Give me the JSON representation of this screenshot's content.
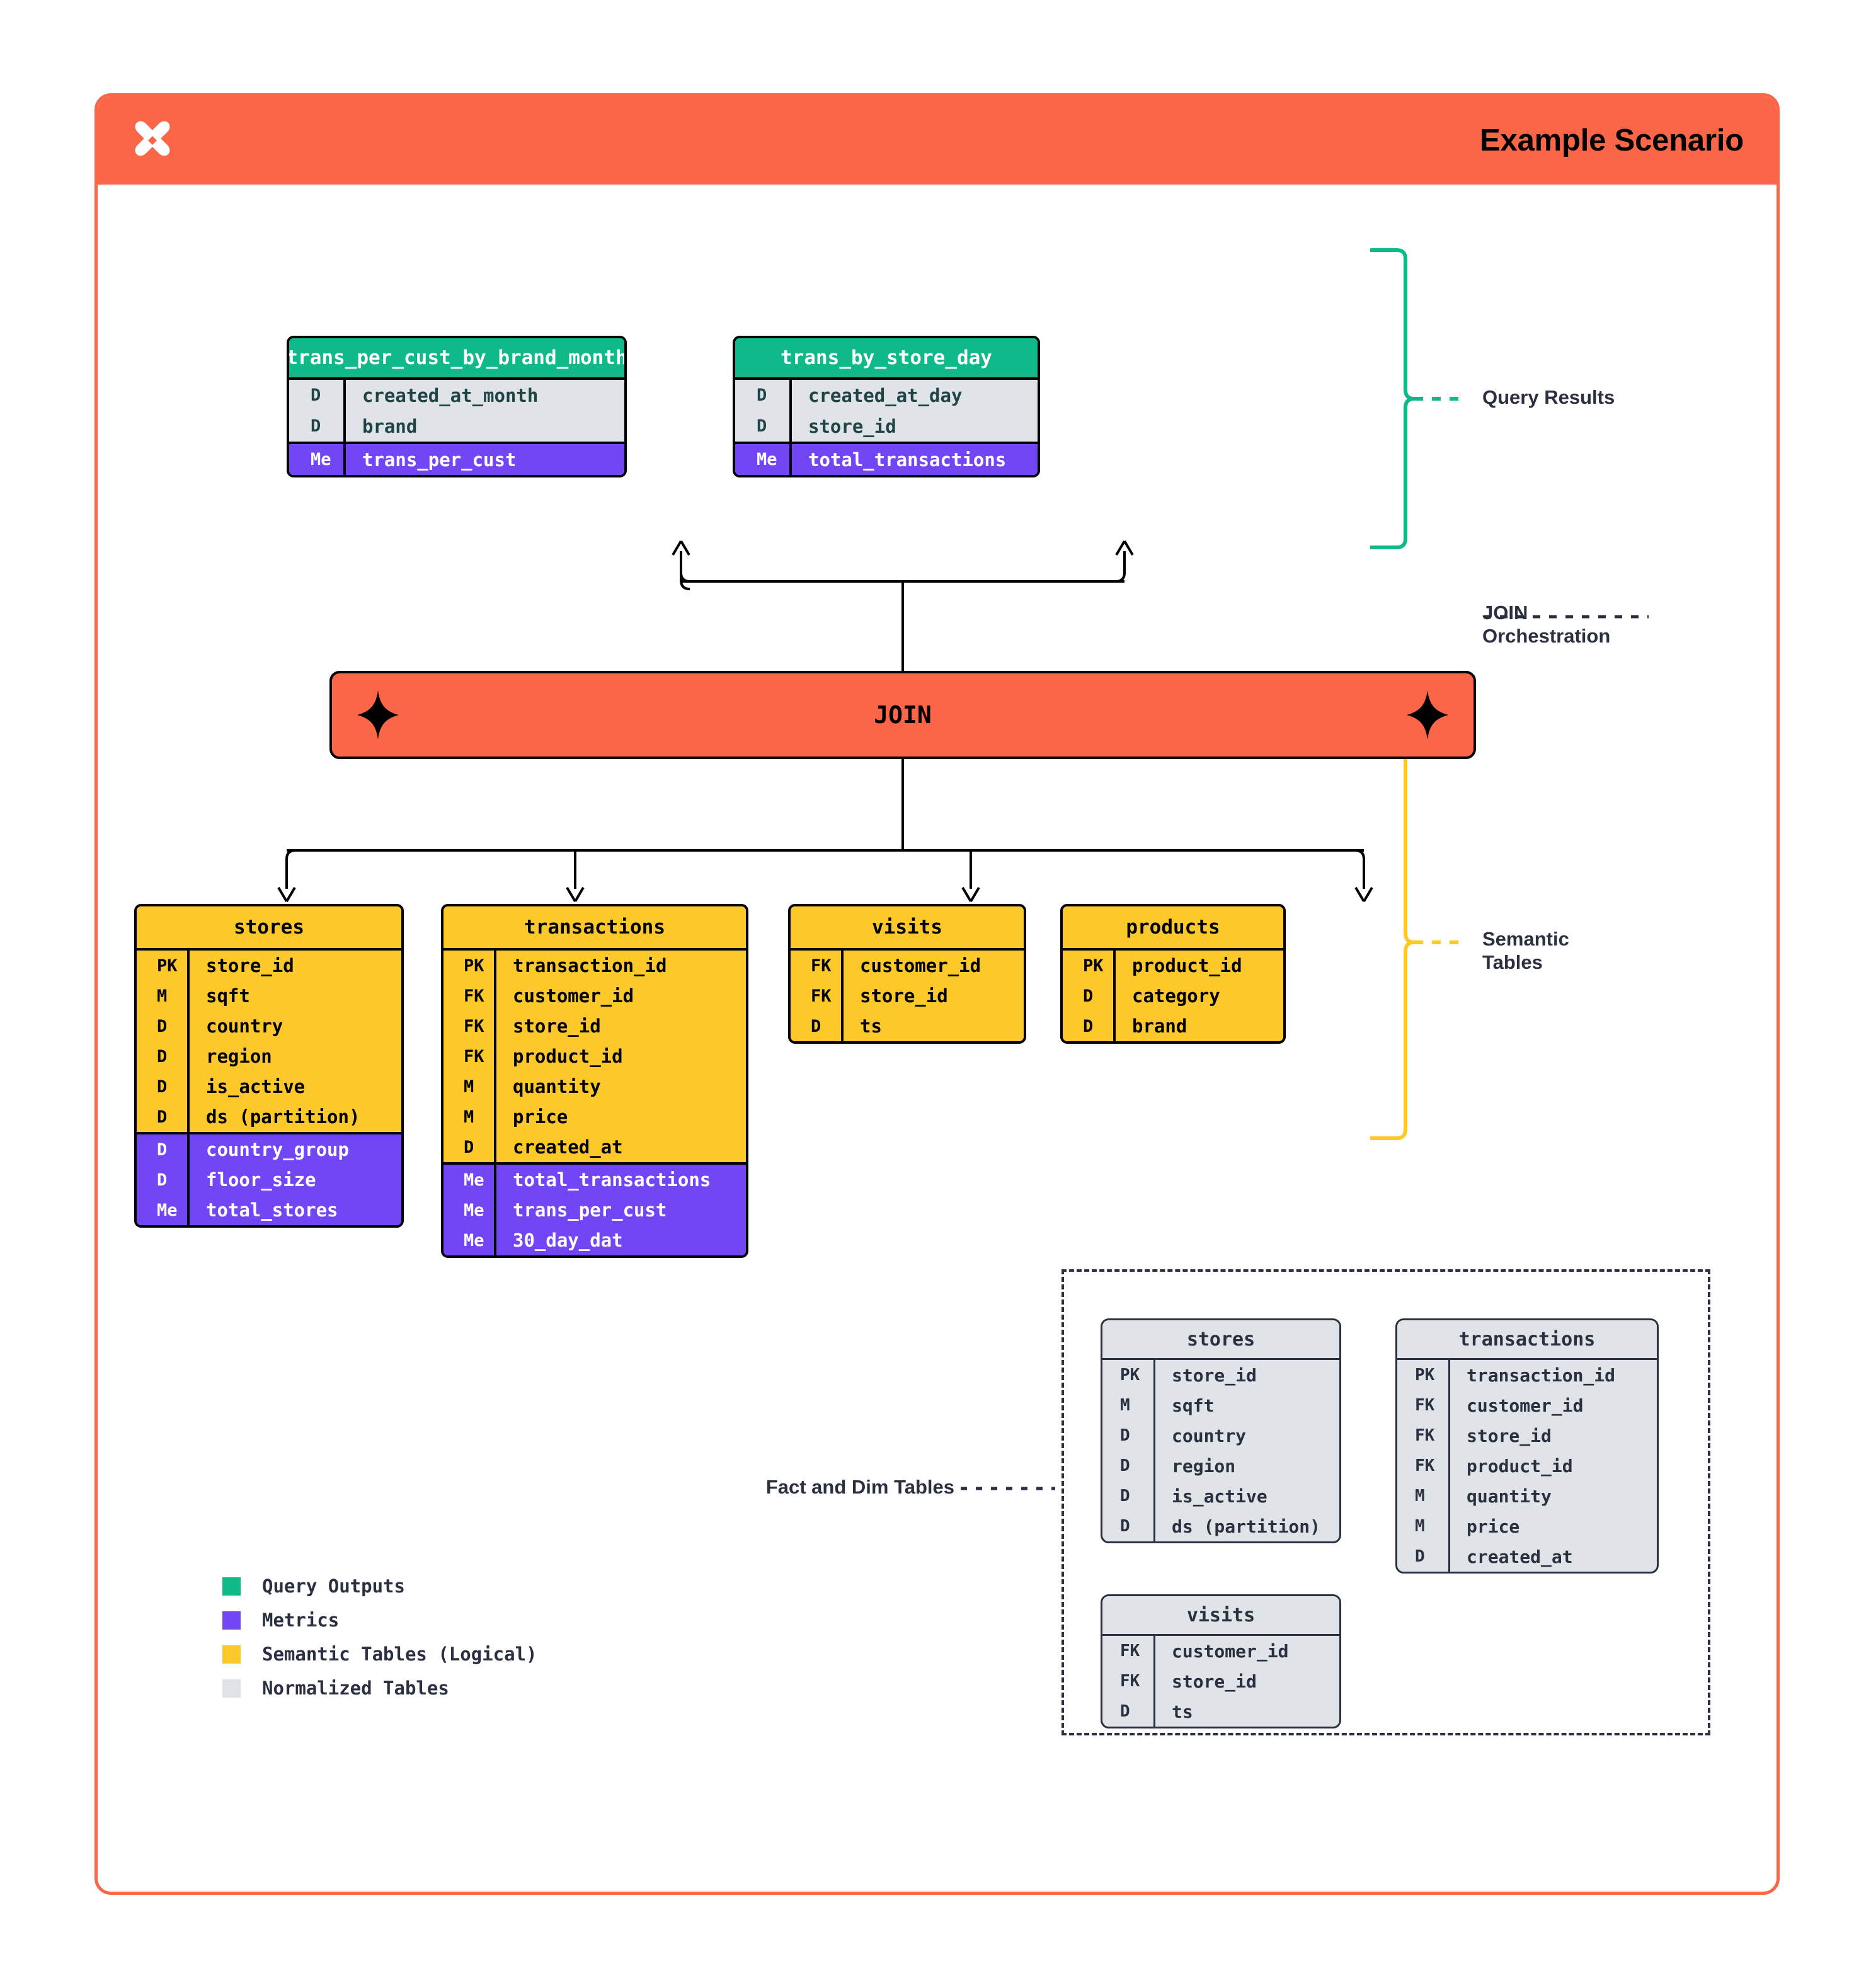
{
  "header": {
    "title": "Example Scenario",
    "logo_icon": "butterfly-x-logo"
  },
  "colors": {
    "brand_orange": "#FA6647",
    "query_output_teal": "#0FB98A",
    "metric_purple": "#7245F5",
    "semantic_yellow": "#FDC92A",
    "normalized_gray": "#E0E3E7",
    "text_dark": "#2B3040"
  },
  "query_results": {
    "annotation": "Query Results",
    "tables": [
      {
        "name": "trans_per_cust_by_brand_month",
        "rows": [
          {
            "key": "D",
            "field": "created_at_month",
            "kind": "dim"
          },
          {
            "key": "D",
            "field": "brand",
            "kind": "dim"
          },
          {
            "key": "Me",
            "field": "trans_per_cust",
            "kind": "met"
          }
        ]
      },
      {
        "name": "trans_by_store_day",
        "rows": [
          {
            "key": "D",
            "field": "created_at_day",
            "kind": "dim"
          },
          {
            "key": "D",
            "field": "store_id",
            "kind": "dim"
          },
          {
            "key": "Me",
            "field": "total_transactions",
            "kind": "met"
          }
        ]
      }
    ]
  },
  "join": {
    "label": "JOIN",
    "annotation_line1": "JOIN",
    "annotation_line2": "Orchestration",
    "sparkle_icon": "four-point-star-icon"
  },
  "semantic_tables": {
    "annotation_line1": "Semantic",
    "annotation_line2": "Tables",
    "tables": [
      {
        "name": "stores",
        "rows": [
          {
            "key": "PK",
            "field": "store_id",
            "kind": "dim"
          },
          {
            "key": "M",
            "field": "sqft",
            "kind": "dim"
          },
          {
            "key": "D",
            "field": "country",
            "kind": "dim"
          },
          {
            "key": "D",
            "field": "region",
            "kind": "dim"
          },
          {
            "key": "D",
            "field": "is_active",
            "kind": "dim"
          },
          {
            "key": "D",
            "field": "ds (partition)",
            "kind": "dim"
          },
          {
            "key": "D",
            "field": "country_group",
            "kind": "met"
          },
          {
            "key": "D",
            "field": "floor_size",
            "kind": "met"
          },
          {
            "key": "Me",
            "field": "total_stores",
            "kind": "met"
          }
        ]
      },
      {
        "name": "transactions",
        "rows": [
          {
            "key": "PK",
            "field": "transaction_id",
            "kind": "dim"
          },
          {
            "key": "FK",
            "field": "customer_id",
            "kind": "dim"
          },
          {
            "key": "FK",
            "field": "store_id",
            "kind": "dim"
          },
          {
            "key": "FK",
            "field": "product_id",
            "kind": "dim"
          },
          {
            "key": "M",
            "field": "quantity",
            "kind": "dim"
          },
          {
            "key": "M",
            "field": "price",
            "kind": "dim"
          },
          {
            "key": "D",
            "field": "created_at",
            "kind": "dim"
          },
          {
            "key": "Me",
            "field": "total_transactions",
            "kind": "met"
          },
          {
            "key": "Me",
            "field": "trans_per_cust",
            "kind": "met"
          },
          {
            "key": "Me",
            "field": "30_day_dat",
            "kind": "met"
          }
        ]
      },
      {
        "name": "visits",
        "rows": [
          {
            "key": "FK",
            "field": "customer_id",
            "kind": "dim"
          },
          {
            "key": "FK",
            "field": "store_id",
            "kind": "dim"
          },
          {
            "key": "D",
            "field": "ts",
            "kind": "dim"
          }
        ]
      },
      {
        "name": "products",
        "rows": [
          {
            "key": "PK",
            "field": "product_id",
            "kind": "dim"
          },
          {
            "key": "D",
            "field": "category",
            "kind": "dim"
          },
          {
            "key": "D",
            "field": "brand",
            "kind": "dim"
          }
        ]
      }
    ]
  },
  "fact_dim": {
    "annotation": "Fact and Dim Tables",
    "tables": [
      {
        "name": "stores",
        "rows": [
          {
            "key": "PK",
            "field": "store_id"
          },
          {
            "key": "M",
            "field": "sqft"
          },
          {
            "key": "D",
            "field": "country"
          },
          {
            "key": "D",
            "field": "region"
          },
          {
            "key": "D",
            "field": "is_active"
          },
          {
            "key": "D",
            "field": "ds (partition)"
          }
        ]
      },
      {
        "name": "transactions",
        "rows": [
          {
            "key": "PK",
            "field": "transaction_id"
          },
          {
            "key": "FK",
            "field": "customer_id"
          },
          {
            "key": "FK",
            "field": "store_id"
          },
          {
            "key": "FK",
            "field": "product_id"
          },
          {
            "key": "M",
            "field": "quantity"
          },
          {
            "key": "M",
            "field": "price"
          },
          {
            "key": "D",
            "field": "created_at"
          }
        ]
      },
      {
        "name": "visits",
        "rows": [
          {
            "key": "FK",
            "field": "customer_id"
          },
          {
            "key": "FK",
            "field": "store_id"
          },
          {
            "key": "D",
            "field": "ts"
          }
        ]
      }
    ]
  },
  "legend": {
    "items": [
      {
        "label": "Query Outputs",
        "color": "#0FB98A"
      },
      {
        "label": "Metrics",
        "color": "#7245F5"
      },
      {
        "label": "Semantic Tables (Logical)",
        "color": "#FDC92A"
      },
      {
        "label": "Normalized Tables",
        "color": "#E0E3E7"
      }
    ]
  }
}
